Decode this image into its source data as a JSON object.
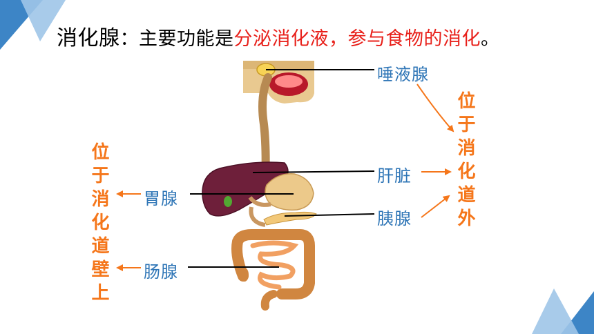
{
  "title": {
    "prefix": "消化腺",
    "colon": "：",
    "middle": "主要功能是",
    "highlight": "分泌消化液，参与食物的消化",
    "end": "。"
  },
  "labels": {
    "salivary": "唾液腺",
    "liver": "肝脏",
    "pancreas": "胰腺",
    "gastric": "胃腺",
    "intestinal": "肠腺"
  },
  "groups": {
    "outside": "位于消化道外",
    "inside": "位于消化道壁上"
  },
  "colors": {
    "label_blue": "#2e75b6",
    "group_orange": "#f5761a",
    "title_red": "#e8201a",
    "corner_blue": "#3d85c6",
    "corner_light": "#9fc5e8"
  }
}
